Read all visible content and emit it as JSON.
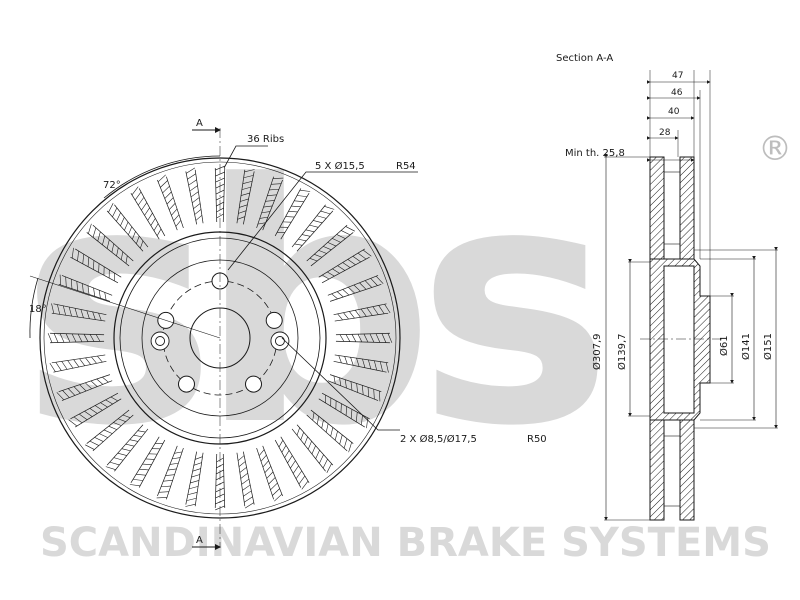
{
  "watermark": {
    "logo_text": "sbs",
    "registered_mark": "®",
    "footer_text": "SCANDINAVIAN BRAKE SYSTEMS",
    "color": "#d9d9d9"
  },
  "front_view": {
    "section_marker_top": "A",
    "section_marker_bottom": "A",
    "ribs_label": "36 Ribs",
    "bolt_holes_label": "5 X Ø15,5",
    "bolt_radius_label": "R54",
    "angle_label_72": "72°",
    "angle_label_18": "18°",
    "small_holes_label": "2 X Ø8,5/Ø17,5",
    "small_holes_radius_label": "R50"
  },
  "section_view": {
    "title": "Section A-A",
    "min_thickness_label": "Min th. 25,8",
    "dim_47": "47",
    "dim_46": "46",
    "dim_40": "40",
    "dim_28": "28",
    "dia_outer": "Ø307,9",
    "dia_139": "Ø139,7",
    "dia_61": "Ø61",
    "dia_141": "Ø141",
    "dia_151": "Ø151"
  },
  "line_color": "#1a1a1a"
}
